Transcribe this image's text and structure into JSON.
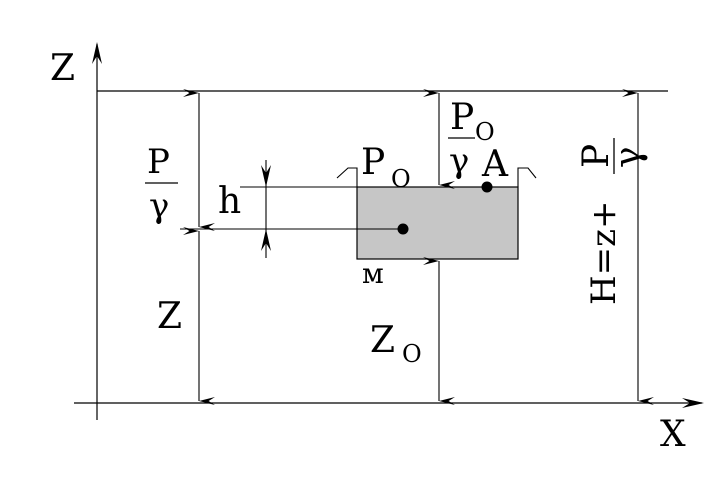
{
  "axes": {
    "z_axis": "Z",
    "x_axis": "X"
  },
  "labels": {
    "P_over_gamma_left_num": "P",
    "P_over_gamma_left_den": "γ",
    "h": "h",
    "Z_left": "Z",
    "P0_left_main": "P",
    "P0_left_sub": "O",
    "P0_top_main": "P",
    "P0_top_sub": "O",
    "gamma_top": "γ",
    "A": "A",
    "M": "м",
    "Z0_main": "Z",
    "Z0_sub": "O",
    "H_expr": "H=z+",
    "H_num": "P",
    "H_den": "γ"
  },
  "colors": {
    "body_fill": "#c6c6c6",
    "line": "#000000"
  }
}
